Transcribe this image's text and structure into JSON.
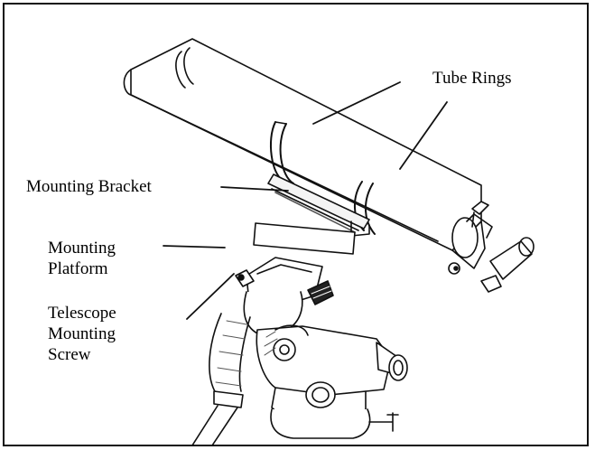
{
  "labels": {
    "tube_rings": "Tube Rings",
    "mounting_bracket": "Mounting Bracket",
    "mounting_platform": "Mounting\nPlatform",
    "telescope_mounting_screw": "Telescope\nMounting\nScrew"
  },
  "colors": {
    "line": "#111111",
    "background": "#ffffff"
  }
}
